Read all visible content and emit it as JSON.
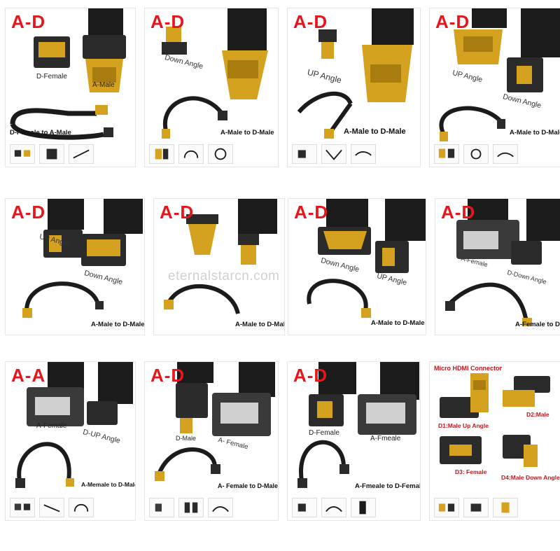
{
  "watermark": "eternalstarcn.com",
  "tiles": [
    {
      "badge": "A-D",
      "labels": [
        "D-Female",
        "A-Male"
      ],
      "caption": "D-Female to A-Male"
    },
    {
      "badge": "A-D",
      "labels": [
        "Down Angle"
      ],
      "caption": "A-Male to D-Male"
    },
    {
      "badge": "A-D",
      "labels": [
        "UP Angle"
      ],
      "caption": "A-Male to D-Male"
    },
    {
      "badge": "A-D",
      "labels": [
        "UP Angle",
        "Down Angle"
      ],
      "caption": "A-Male to D-Male"
    },
    {
      "badge": "A-D",
      "labels": [
        "UP Angle",
        "Down Angle"
      ],
      "caption": "A-Male to D-Male"
    },
    {
      "badge": "A-D",
      "labels": [],
      "caption": "A-Male to D-Male"
    },
    {
      "badge": "A-D",
      "labels": [
        "Down Angle",
        "UP Angle"
      ],
      "caption": "A-Male to D-Male"
    },
    {
      "badge": "A-D",
      "labels": [
        "A-Female",
        "D-Down Angle"
      ],
      "caption": "A-Female to D-M"
    },
    {
      "badge": "A-A",
      "labels": [
        "A-Female",
        "D-UP Angle"
      ],
      "caption": "A-Memale to D-Male"
    },
    {
      "badge": "A-D",
      "labels": [
        "D-Male",
        "A- Female"
      ],
      "caption": "A- Female to D-Male"
    },
    {
      "badge": "A-D",
      "labels": [
        "D-Female",
        "A-Fmeale"
      ],
      "caption": "A-Fmeale to D-Female"
    }
  ],
  "micro": {
    "title": "Micro HDMI Connector",
    "labels": [
      "D1:Male Up Angle",
      "D2:Male",
      "D3: Female",
      "D4:Male Down Angle"
    ]
  },
  "colors": {
    "badge": "#e8161b",
    "ribbon": "#1b1b1b",
    "gold": "#d4a21f",
    "pcb": "#2b2b2b"
  }
}
